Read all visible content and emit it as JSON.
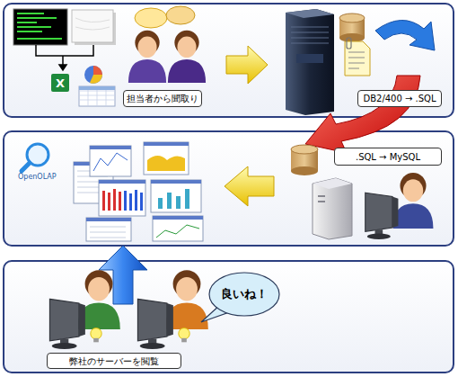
{
  "diagram": {
    "nodes": [
      {
        "text": [
          "担当者から聞取り"
        ]
      },
      {
        "text": [
          "DB2/400 → .SQL"
        ]
      },
      {
        "text": [
          ".SQL → MySQL"
        ]
      },
      {
        "text": [
          "良いね！"
        ]
      },
      {
        "text": [
          "弊社のサーバーを閲覧"
        ]
      }
    ],
    "labels": [
      "OpenOLAP"
    ]
  }
}
